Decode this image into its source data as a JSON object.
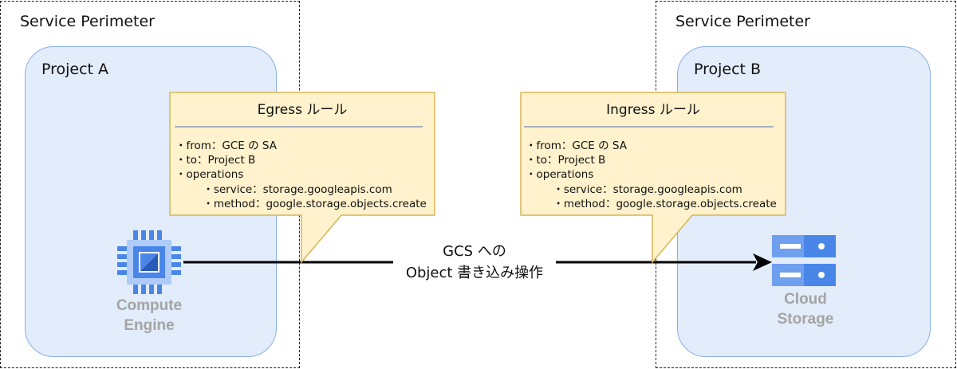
{
  "perimeters": [
    {
      "label": "Service Perimeter"
    },
    {
      "label": "Service Perimeter"
    }
  ],
  "projects": [
    {
      "label": "Project A"
    },
    {
      "label": "Project B"
    }
  ],
  "rules": {
    "egress": {
      "title": "Egress ルール",
      "lines": [
        "・from：GCE の SA",
        "・to：Project B",
        "・operations",
        "        ・service：storage.googleapis.com",
        "        ・method：google.storage.objects.create"
      ]
    },
    "ingress": {
      "title": "Ingress ルール",
      "lines": [
        "・from：GCE の SA",
        "・to：Project B",
        "・operations",
        "        ・service：storage.googleapis.com",
        "        ・method：google.storage.objects.create"
      ]
    }
  },
  "services": {
    "compute": {
      "line1": "Compute",
      "line2": "Engine",
      "icon": "compute-engine-icon"
    },
    "storage": {
      "line1": "Cloud",
      "line2": "Storage",
      "icon": "cloud-storage-icon"
    }
  },
  "arrow": {
    "line1": "GCS への",
    "line2": "Object 書き込み操作"
  },
  "colors": {
    "project_fill": "#e2ecfa",
    "project_border": "#8ab0e6",
    "callout_fill": "#fff2cc",
    "callout_border": "#d6b656",
    "icon_blue": "#4a86e8",
    "icon_dark": "#2a5ab8"
  }
}
